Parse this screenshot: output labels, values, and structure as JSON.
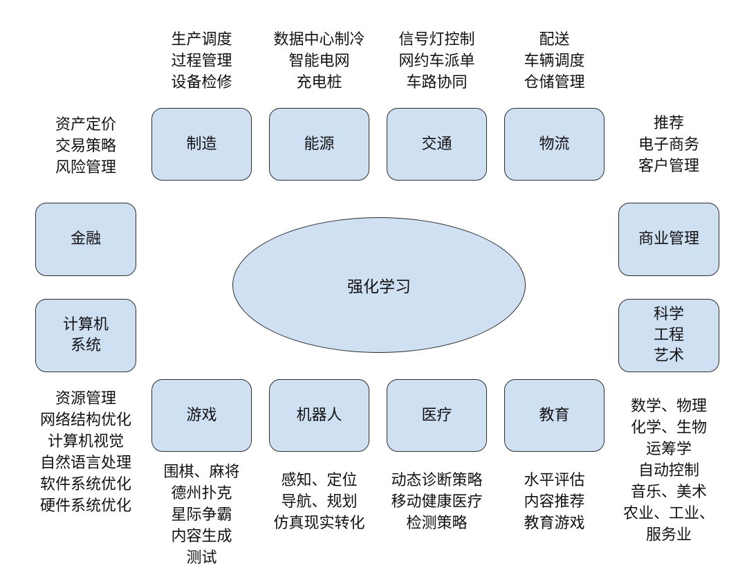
{
  "center": "强化学习",
  "boxes": {
    "manufacturing": [
      "制造"
    ],
    "energy": [
      "能源"
    ],
    "transport": [
      "交通"
    ],
    "logistics": [
      "物流"
    ],
    "finance": [
      "金融"
    ],
    "business": [
      "商业管理"
    ],
    "computer": [
      "计算机",
      "系统"
    ],
    "science": [
      "科学",
      "工程",
      "艺术"
    ],
    "games": [
      "游戏"
    ],
    "robotics": [
      "机器人"
    ],
    "medical": [
      "医疗"
    ],
    "education": [
      "教育"
    ]
  },
  "notes": {
    "manufacturing": [
      "生产调度",
      "过程管理",
      "设备检修"
    ],
    "energy": [
      "数据中心制冷",
      "智能电网",
      "充电桩"
    ],
    "transport": [
      "信号灯控制",
      "网约车派单",
      "车路协同"
    ],
    "logistics": [
      "配送",
      "车辆调度",
      "仓储管理"
    ],
    "finance": [
      "资产定价",
      "交易策略",
      "风险管理"
    ],
    "business": [
      "推荐",
      "电子商务",
      "客户管理"
    ],
    "computer": [
      "资源管理",
      "网络结构优化",
      "计算机视觉",
      "自然语言处理",
      "软件系统优化",
      "硬件系统优化"
    ],
    "science": [
      "数学、物理",
      "化学、生物",
      "运筹学",
      "自动控制",
      "音乐、美术",
      "农业、工业、",
      "服务业"
    ],
    "games": [
      "围棋、麻将",
      "德州扑克",
      "星际争霸",
      "内容生成",
      "测试"
    ],
    "robotics": [
      "感知、定位",
      "导航、规划",
      "仿真现实转化"
    ],
    "medical": [
      "动态诊断策略",
      "移动健康医疗",
      "检测策略"
    ],
    "education": [
      "水平评估",
      "内容推荐",
      "教育游戏"
    ]
  }
}
